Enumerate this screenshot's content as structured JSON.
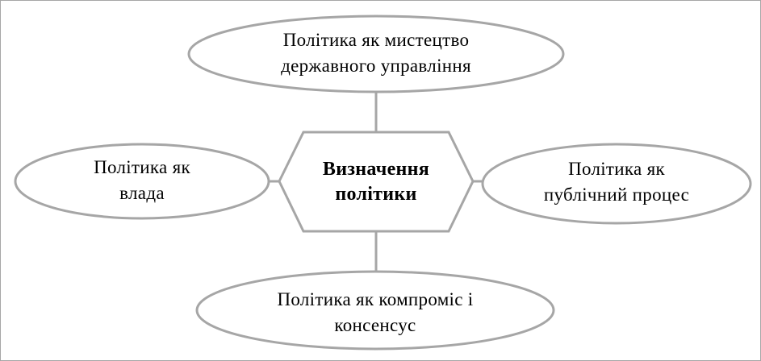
{
  "center": {
    "line1": "Визначення",
    "line2": "політики"
  },
  "nodes": {
    "top": {
      "line1": "Політика як мистецтво",
      "line2": "державного управління"
    },
    "left": {
      "line1": "Політика як",
      "line2": "влада"
    },
    "right": {
      "line1": "Політика як",
      "line2": "публічний процес"
    },
    "bottom": {
      "line1": "Політика як компроміс і",
      "line2": "консенсус"
    }
  },
  "colors": {
    "outline": "#a6a6a6",
    "frame": "#a6a6a6",
    "text": "#000000",
    "background": "#ffffff"
  }
}
